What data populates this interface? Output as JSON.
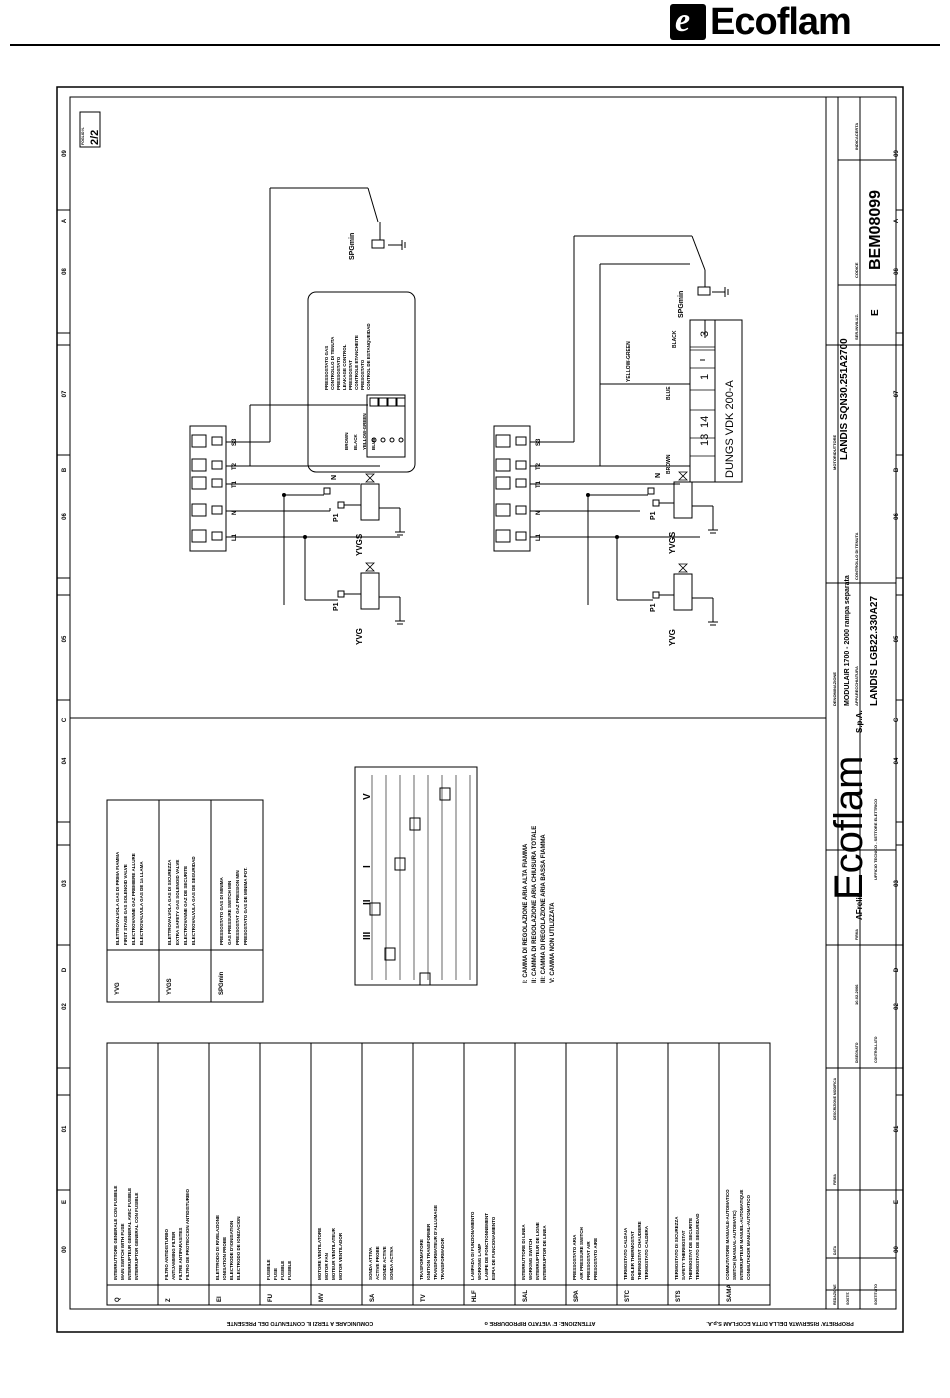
{
  "brand": {
    "name": "Ecoflam",
    "logo_letter": "e"
  },
  "sheet": {
    "page_label": "FOGLIO N.",
    "page": "2/2",
    "description_label": "DENOMINAZIONE",
    "description": "MODULAIR 1700 - 2000 rampa separata",
    "apparatus_label": "APPARECCHIATURA",
    "apparatus": "LANDIS LGB22.330A27",
    "motor_label": "MOTORIDUTTORE",
    "motor": "LANDIS SQN30.251A2700",
    "control_label": "CONTROLLO DI TENUTA",
    "revision_label": "SER.INVILUZ.",
    "revision": "E",
    "code_label": "CODICE",
    "code": "BEM08099",
    "sign_label": "FIRMA",
    "sign": "AFrelin",
    "date": "10-02-2006",
    "drawn_label": "DISEGNATO",
    "checked_label": "CONTROLLATO",
    "office": "UFFICIO TECNICO - SETTORE ELETTRICO",
    "company": "Ecoflam",
    "spa": "S.p.A.",
    "revision_table_label": "DESCRIZIONE MODIFICA",
    "date_label": "DATA",
    "author_label": "FIRMA",
    "rev_labels": [
      "REDAZIONE",
      "SOSTIT.",
      "SOSTITUITO"
    ],
    "copyright": "PROPRIETA' RISERVATA DELLA DITTA ECOFLAM S.p.A.",
    "copyright2": "ATTENZIONE: E' VIETATO RIPRODURRE o",
    "copyright3": "COMUNICARE A TERZI IL CONTENUTO DEL PRESENTE"
  },
  "legend_main": [
    {
      "code": "Q",
      "text": [
        "INTERRUTTORE GENERALE CON FUSIBILE",
        "MAIN SWITCH WITH FUSE",
        "INTERRUPTEUR GENERAL AVEC FUSIBLE",
        "INTERRUPTOR GENERAL CON FUSIBLE"
      ]
    },
    {
      "code": "Z",
      "text": [
        "FILTRO ANTIDISTURBO",
        "ANTIJAMMING FILTER",
        "FILTRE ANTIPARASITES",
        "FILTRO DE PROTECCION ANTIDISTURBIO"
      ]
    },
    {
      "code": "EI",
      "text": [
        "ELETTRODO DI RIVELAZIONE",
        "IONISATION PROBE",
        "ELECTRODE D'IONISATION",
        "ELECTRODO DE IONIZACION"
      ]
    },
    {
      "code": "FU",
      "text": [
        "FUSIBILE",
        "FUSE",
        "FUSIBLE",
        "FUSIBLE"
      ]
    },
    {
      "code": "MV",
      "text": [
        "MOTORE VENTILATORE",
        "MOTOR FAN",
        "MOTEUR VENTILATEUR",
        "MOTOR VENTILADOR"
      ]
    },
    {
      "code": "SA",
      "text": [
        "SONDA ATTIVA",
        "ACTIVE PROBE",
        "SONDE ACTIVE",
        "SONDA ACTIVA"
      ]
    },
    {
      "code": "TV",
      "text": [
        "TRASFORMATORE",
        "IGNITION TRANSFORMER",
        "TRANSFORMATEUR D'ALLUMAGE",
        "TRANSFORMADOR"
      ]
    },
    {
      "code": "HLF",
      "text": [
        "LAMPADA DI FUNZIONAMENTO",
        "WORKING LAMP",
        "LAMPE DE FONCTIONNEMENT",
        "ESPIA DE FUNCIONAMIENTO"
      ]
    },
    {
      "code": "SAL",
      "text": [
        "INTERRUTTORE DI LINEA",
        "WORKING SWITCH",
        "INTERRUPTEUR DE LIGNE",
        "INTERRUPTOR DE LINEA"
      ]
    },
    {
      "code": "SPA",
      "text": [
        "PRESSOSTATO ARIA",
        "AIR PRESSURE SWITCH",
        "PRESSOSTAT AIR",
        "PRESOSTATO AIRE"
      ]
    },
    {
      "code": "STC",
      "text": [
        "TERMOSTATO CALDAIA",
        "BOILER THERMOSTAT",
        "THERMOSTAT CHAUDIERE",
        "TERMOSTATO CALDERA"
      ]
    },
    {
      "code": "STS",
      "text": [
        "TERMOSTATO DI SICUREZZA",
        "SAFETY THERMOSTAT",
        "THERMOSTAT DE SECURITE",
        "TERMOSTATO DE SEGURIDAD"
      ]
    },
    {
      "code": "SAMA",
      "text": [
        "COMMUTATORE MANUALE-AUTOMATICO",
        "SWITCH (MANUAL-AUTOMATIC)",
        "INTERRUPTEUR MANUEL-AUTOMATIQUE",
        "CONMUTADOR MANUAL-AUTOMATICO"
      ]
    }
  ],
  "legend_gas": [
    {
      "code": "YVG",
      "text": [
        "ELETTROVALVOLA GAS DI PRIMA FIAMMA",
        "FIRST STAGE GAS SOLENOID VALVE",
        "ELECTROVANNE GAZ PREMIERE ALLURE",
        "ELECTROVALVULA GAS DE 1a LLAMA"
      ]
    },
    {
      "code": "YVGS",
      "text": [
        "ELETTROVALVOLA GAS DI SICUREZZA",
        "EXTRA SAFETY GAS SOLENOID VALVE",
        "ELECTROVANNE GAZ DE SECURITE",
        "ELECTROVALVULA GAS DE SEGURIDAD"
      ]
    },
    {
      "code": "SPGmin",
      "text": [
        "PRESSOSTATO GAS DI MINIMA",
        "GAS PRESSURE SWITCH MIN",
        "PRESSOSTAT GAZ PRESSION MIN",
        "PRESOSTATO GAS DE MINIMA POT."
      ]
    }
  ],
  "cams": {
    "labels": [
      "III",
      "II",
      "I",
      "V"
    ],
    "notes": [
      "I:  CAMMA DI REGOLAZIONE ARIA ALTA FIAMMA",
      "II:  CAMMA DI REGOLAZIONE ARIA CHIUSURA TOTALE",
      "III:  CAMMA DI REGOLAZIONE ARIA BASSA FIAMMA",
      "V:  CAMMA NON UTILIZZATA"
    ]
  },
  "top_circuit": {
    "terminals": [
      "L1",
      "N",
      "T1",
      "T2",
      "S3"
    ],
    "valves": [
      "YVG",
      "YVGS"
    ],
    "valve_pin": "P1",
    "n_label": "N",
    "switch": "SPGmin",
    "wires": [
      "BROWN",
      "BLACK",
      "YELLOW-GREEN",
      "BLUE"
    ],
    "device_text": [
      "PRESSOSTATO GAS",
      "CONTROLLO DI TENUTA",
      "PRESSOSTATO",
      "LEAKAGE CONTROL",
      "PRESSOSTAT",
      "CONTROLE ETANCHEITE",
      "PRESOSTATO",
      "CONTROL DE ESTANQUEIDAD"
    ]
  },
  "bottom_circuit": {
    "terminals": [
      "L1",
      "N",
      "T1",
      "T2",
      "S3"
    ],
    "valves": [
      "YVG",
      "YVGS"
    ],
    "valve_pin": "P1",
    "n_label": "N",
    "switch": "SPGmin",
    "wires": [
      "BROWN",
      "BLUE",
      "YELLOW-GREEN",
      "BLACK"
    ],
    "device": "DUNGS VDK 200-A",
    "pins": [
      "13",
      "14",
      "1",
      "3"
    ]
  },
  "grid": {
    "rows": [
      "A",
      "B",
      "C",
      "D",
      "E"
    ],
    "cols": [
      "00",
      "01",
      "02",
      "03",
      "04",
      "05",
      "06",
      "07",
      "08",
      "09"
    ]
  }
}
